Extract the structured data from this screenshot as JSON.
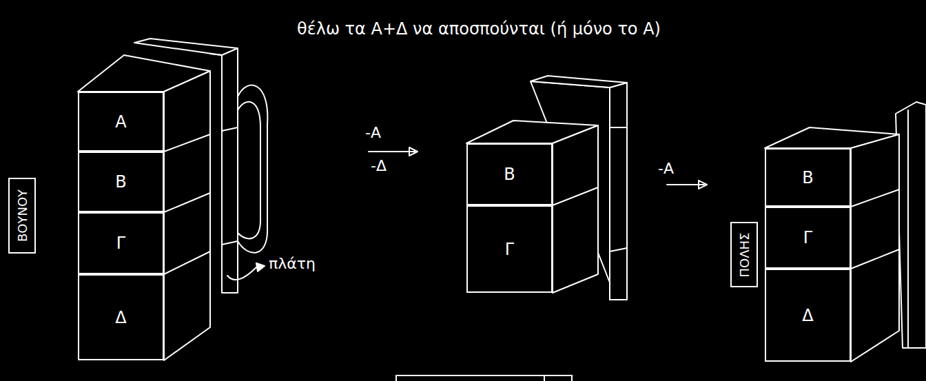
{
  "diagram": {
    "title": "θέλω τα Α+Δ να αποσπούνται (ή μόνο το Α)",
    "nodes": [
      {
        "text": [
          "ΒΟΥΝΟΥ"
        ]
      },
      {
        "text": [
          "Α"
        ]
      },
      {
        "text": [
          "Β"
        ]
      },
      {
        "text": [
          "Γ"
        ]
      },
      {
        "text": [
          "Δ"
        ]
      },
      {
        "text": [
          "Β"
        ]
      },
      {
        "text": [
          "Γ"
        ]
      },
      {
        "text": [
          "ΠΟΛΗΣ"
        ]
      },
      {
        "text": [
          "Β"
        ]
      },
      {
        "text": [
          "Γ"
        ]
      },
      {
        "text": [
          "Δ"
        ]
      }
    ],
    "labels": [
      "-Α",
      "-Δ",
      "-Α",
      "πλάτη"
    ]
  }
}
